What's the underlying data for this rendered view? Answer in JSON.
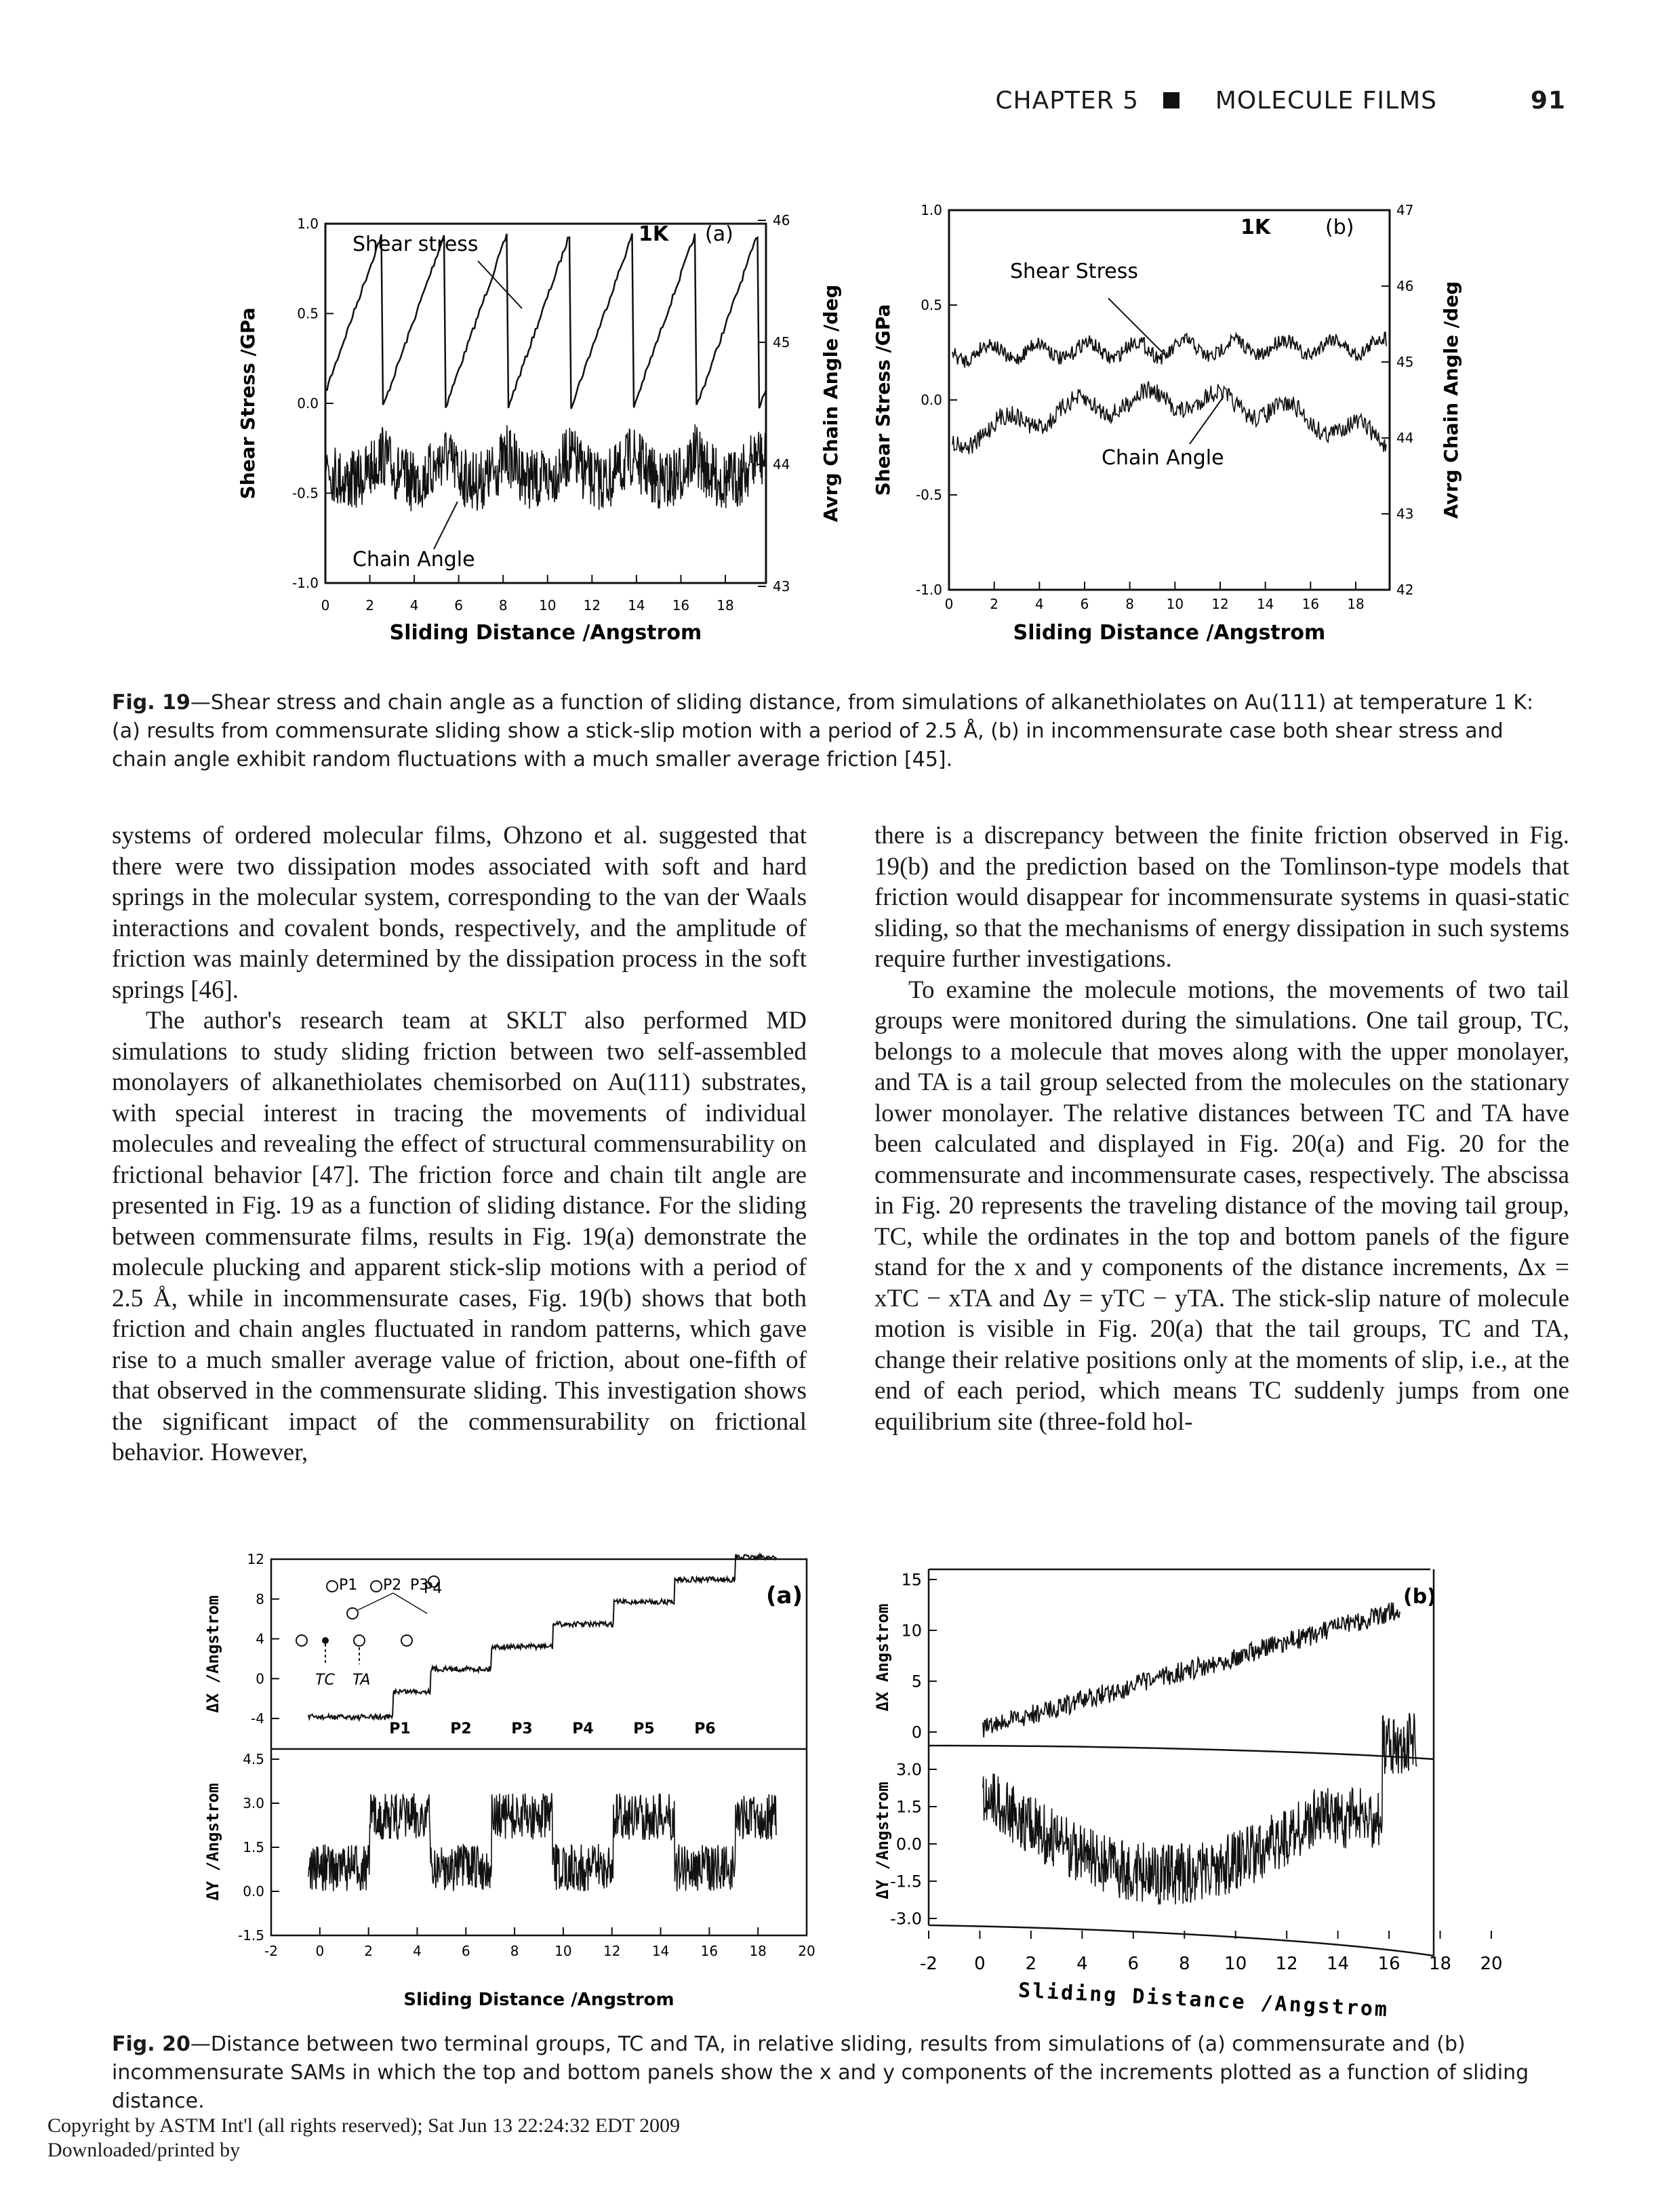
{
  "header": {
    "chapter": "CHAPTER 5",
    "section": "MOLECULE FILMS",
    "page": "91"
  },
  "fig19": {
    "caption_label": "Fig. 19",
    "caption_text": "—Shear stress and chain angle as a function of sliding distance, from simulations of alkanethiolates on Au(111) at temperature 1 K: (a) results from commensurate sliding show a stick-slip motion with a period of 2.5 Å, (b) in incommensurate case both shear stress and chain angle exhibit random fluctuations with a much smaller average friction [45].",
    "panel_a": {
      "ylabel_left": "Shear Stress /GPa",
      "ylabel_right": "Avrg Chain Angle /deg",
      "xlabel": "Sliding Distance /Angstrom",
      "yticks_left": [
        "1.0",
        "0.5",
        "0.0",
        "-0.5",
        "-1.0"
      ],
      "yticks_right": [
        "46",
        "45",
        "44",
        "43"
      ],
      "xticks": [
        "0",
        "2",
        "4",
        "6",
        "8",
        "10",
        "12",
        "14",
        "16",
        "18"
      ],
      "annotations": {
        "temp": "1K",
        "panel": "(a)",
        "series1": "Shear stress",
        "series2": "Chain Angle"
      }
    },
    "panel_b": {
      "ylabel_left": "Shear Stress /GPa",
      "ylabel_right": "Avrg Chain Angle /deg",
      "xlabel": "Sliding Distance /Angstrom",
      "yticks_left": [
        "1.0",
        "0.5",
        "0.0",
        "-0.5",
        "-1.0"
      ],
      "yticks_right": [
        "47",
        "46",
        "45",
        "44",
        "43",
        "42"
      ],
      "xticks": [
        "0",
        "2",
        "4",
        "6",
        "8",
        "10",
        "12",
        "14",
        "16",
        "18"
      ],
      "annotations": {
        "temp": "1K",
        "panel": "(b)",
        "series1": "Shear Stress",
        "series2": "Chain Angle"
      }
    }
  },
  "body": {
    "left_p1": "systems of ordered molecular films, Ohzono et al. suggested that there were two dissipation modes associated with soft and hard springs in the molecular system, corresponding to the van der Waals interactions and covalent bonds, respectively, and the amplitude of friction was mainly determined by the dissipation process in the soft springs [46].",
    "left_p2": "The author's research team at SKLT also performed MD simulations to study sliding friction between two self-assembled monolayers of alkanethiolates chemisorbed on Au(111) substrates, with special interest in tracing the movements of individual molecules and revealing the effect of structural commensurability on frictional behavior [47]. The friction force and chain tilt angle are presented in Fig. 19 as a function of sliding distance. For the sliding between commensurate films, results in Fig. 19(a) demonstrate the molecule plucking and apparent stick-slip motions with a period of 2.5 Å, while in incommensurate cases, Fig. 19(b) shows that both friction and chain angles fluctuated in random patterns, which gave rise to a much smaller average value of friction, about one-fifth of that observed in the commensurate sliding. This investigation shows the significant impact of the commensurability on frictional behavior. However,",
    "right_p1": "there is a discrepancy between the finite friction observed in Fig. 19(b) and the prediction based on the Tomlinson-type models that friction would disappear for incommensurate systems in quasi-static sliding, so that the mechanisms of energy dissipation in such systems require further investigations.",
    "right_p2": "To examine the molecule motions, the movements of two tail groups were monitored during the simulations. One tail group, TC, belongs to a molecule that moves along with the upper monolayer, and TA is a tail group selected from the molecules on the stationary lower monolayer. The relative distances between TC and TA have been calculated and displayed in Fig. 20(a) and Fig. 20 for the commensurate and incommensurate cases, respectively. The abscissa in Fig. 20 represents the traveling distance of the moving tail group, TC, while the ordinates in the top and bottom panels of the figure stand for the x and y components of the distance increments, Δx = xTC − xTA and Δy = yTC − yTA. The stick-slip nature of molecule motion is visible in Fig. 20(a) that the tail groups, TC and TA, change their relative positions only at the moments of slip, i.e., at the end of each period, which means TC suddenly jumps from one equilibrium site (three-fold hol-"
  },
  "fig20": {
    "caption_label": "Fig. 20",
    "caption_text": "—Distance between two terminal groups, TC and TA, in relative sliding, results from simulations of (a) commensurate and (b) incommensurate SAMs in which the top and bottom panels show the x and y components of the increments plotted as a function of sliding distance.",
    "panel_a": {
      "ylabel_top": "ΔX /Angstrom",
      "ylabel_bottom": "ΔY /Angstrom",
      "xlabel": "Sliding Distance /Angstrom",
      "yticks_top": [
        "12",
        "8",
        "4",
        "0",
        "-4"
      ],
      "yticks_bottom": [
        "4.5",
        "3.0",
        "1.5",
        "0.0",
        "-1.5"
      ],
      "xticks": [
        "-2",
        "0",
        "2",
        "4",
        "6",
        "8",
        "10",
        "12",
        "14",
        "16",
        "18",
        "20"
      ],
      "period_labels": [
        "P1",
        "P2",
        "P3",
        "P4",
        "P5",
        "P6"
      ],
      "panel": "(a)",
      "inset_labels": {
        "p1": "P1",
        "p2": "P2",
        "p3": "P3",
        "p4": "P4",
        "tc": "TC",
        "ta": "TA"
      }
    },
    "panel_b": {
      "ylabel_top": "ΔX Angstrom",
      "ylabel_bottom": "ΔY /Angstrom",
      "xlabel": "Sliding Distance /Angstrom",
      "yticks_top": [
        "15",
        "10",
        "5",
        "0"
      ],
      "yticks_bottom": [
        "3.0",
        "1.5",
        "0.0",
        "-1.5",
        "-3.0"
      ],
      "xticks": [
        "-2",
        "0",
        "2",
        "4",
        "6",
        "8",
        "10",
        "12",
        "14",
        "16",
        "18",
        "20"
      ],
      "panel": "(b)"
    }
  },
  "footer": {
    "line1": "Copyright by ASTM Int'l (all rights reserved); Sat Jun 13 22:24:32 EDT 2009",
    "line2": "Downloaded/printed by"
  }
}
